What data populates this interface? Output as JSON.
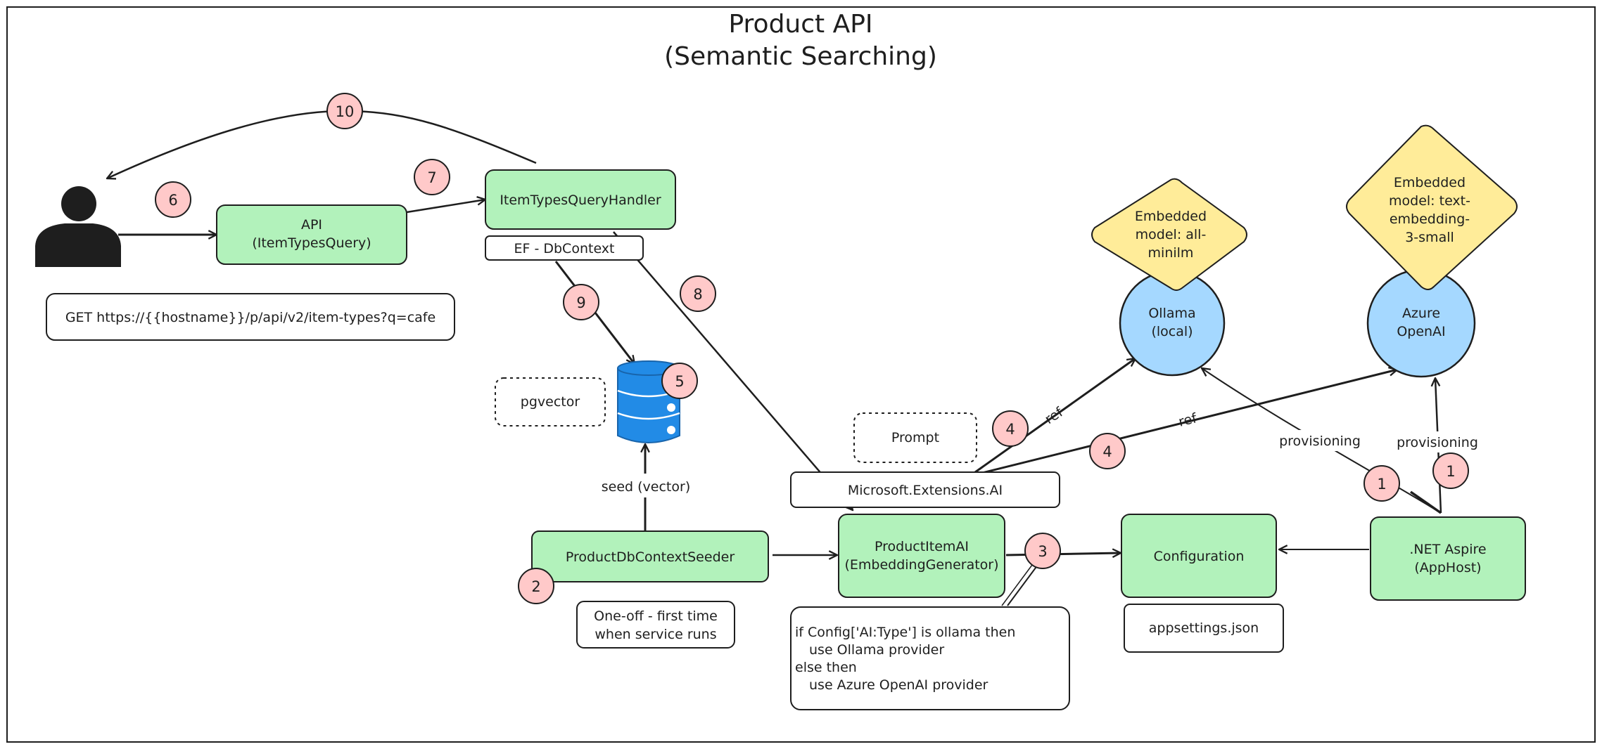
{
  "title": {
    "line1": "Product API",
    "line2": "(Semantic Searching)"
  },
  "request_url": "GET https://{{hostname}}/p/api/v2/item-types?q=cafe",
  "nodes": {
    "api": {
      "line1": "API",
      "line2": "(ItemTypesQuery)"
    },
    "handler": "ItemTypesQueryHandler",
    "ef_dbcontext": "EF - DbContext",
    "pgvector": "pgvector",
    "seeder": "ProductDbContextSeeder",
    "oneoff": {
      "line1": "One-off - first time",
      "line2": "when service runs"
    },
    "prompt": "Prompt",
    "meai": "Microsoft.Extensions.AI",
    "productitemai": {
      "line1": "ProductItemAI",
      "line2": "(EmbeddingGenerator)"
    },
    "configuration": "Configuration",
    "appsettings": "appsettings.json",
    "aspire": {
      "line1": ".NET Aspire",
      "line2": "(AppHost)"
    },
    "ollama": {
      "line1": "Ollama",
      "line2": "(local)"
    },
    "azure": {
      "line1": "Azure",
      "line2": "OpenAI"
    },
    "model_minilm": {
      "line1": "Embedded",
      "line2": "model: all-",
      "line3": "minilm"
    },
    "model_openai": {
      "line1": "Embedded",
      "line2": "model: text-",
      "line3": "embedding-",
      "line4": "3-small"
    }
  },
  "config_code": {
    "line1": "if Config['AI:Type'] is ollama then",
    "line2": "use Ollama provider",
    "line3": "else then",
    "line4": "use Azure OpenAI provider"
  },
  "edge_labels": {
    "seed": "seed (vector)",
    "ref_ollama": "ref",
    "ref_azure": "ref",
    "provisioning_ollama": "provisioning",
    "provisioning_azure": "provisioning"
  },
  "steps": {
    "s1a": "1",
    "s1b": "1",
    "s2": "2",
    "s3": "3",
    "s4a": "4",
    "s4b": "4",
    "s5": "5",
    "s6": "6",
    "s7": "7",
    "s8": "8",
    "s9": "9",
    "s10": "10"
  },
  "colors": {
    "green": "#b2f2bb",
    "blue": "#a5d8ff",
    "yellow": "#ffec99",
    "badge": "#ffc9c9",
    "stroke": "#1e1e1e",
    "db": "#1971c2"
  }
}
